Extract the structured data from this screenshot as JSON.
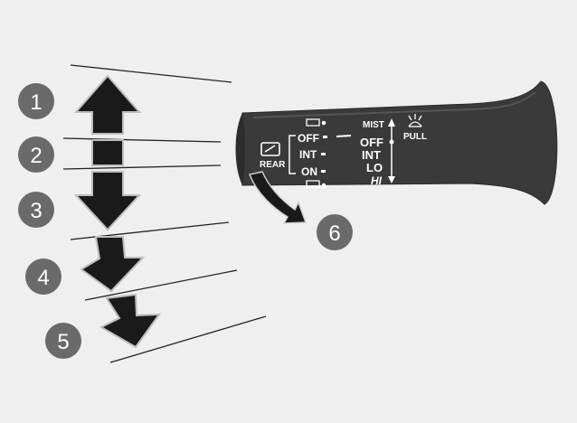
{
  "callouts": [
    "1",
    "2",
    "3",
    "4",
    "5",
    "6"
  ],
  "rear_washer": {
    "label": "REAR",
    "positions": {
      "off": "OFF",
      "int": "INT",
      "on": "ON"
    }
  },
  "front_wiper": {
    "mist": "MIST",
    "off": "OFF",
    "int": "INT",
    "lo": "LO",
    "hi": "HI",
    "pull": "PULL"
  },
  "colors": {
    "background": "#efefef",
    "lever": "#3a3a3a",
    "callout_circle": "#6a6a6a",
    "arrow": "#1a1a1a",
    "label_text": "#ffffff"
  },
  "icons": [
    "rear-wiper-icon",
    "washer-icon",
    "front-washer-icon",
    "rear-washer-spray-icon"
  ]
}
